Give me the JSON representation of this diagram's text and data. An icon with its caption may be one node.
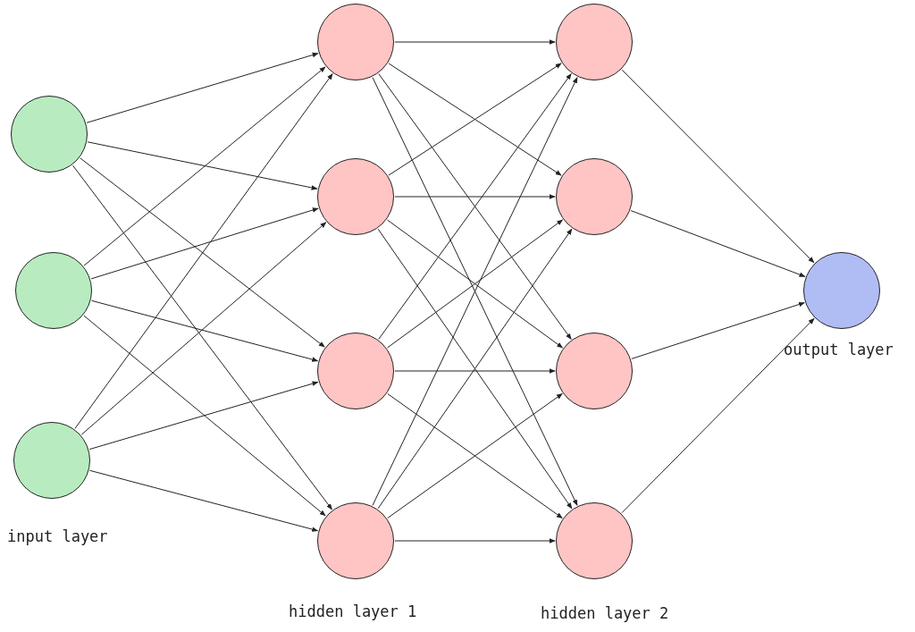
{
  "diagram": {
    "nodes": [
      {
        "text": [],
        "shape": "circle"
      },
      {
        "text": [],
        "shape": "circle"
      },
      {
        "text": [],
        "shape": "circle"
      },
      {
        "text": [],
        "shape": "circle"
      },
      {
        "text": [],
        "shape": "circle"
      },
      {
        "text": [],
        "shape": "circle"
      },
      {
        "text": [],
        "shape": "circle"
      },
      {
        "text": [],
        "shape": "circle"
      },
      {
        "text": [],
        "shape": "circle"
      },
      {
        "text": [],
        "shape": "circle"
      },
      {
        "text": [],
        "shape": "circle"
      },
      {
        "text": [],
        "shape": "circle"
      }
    ],
    "edges": [
      {
        "from": 0,
        "to": 3,
        "arrow": "to"
      },
      {
        "from": 0,
        "to": 4,
        "arrow": "to"
      },
      {
        "from": 0,
        "to": 5,
        "arrow": "to"
      },
      {
        "from": 0,
        "to": 6,
        "arrow": "to"
      },
      {
        "from": 1,
        "to": 3,
        "arrow": "to"
      },
      {
        "from": 1,
        "to": 4,
        "arrow": "to"
      },
      {
        "from": 1,
        "to": 5,
        "arrow": "to"
      },
      {
        "from": 1,
        "to": 6,
        "arrow": "to"
      },
      {
        "from": 2,
        "to": 3,
        "arrow": "to"
      },
      {
        "from": 2,
        "to": 4,
        "arrow": "to"
      },
      {
        "from": 2,
        "to": 5,
        "arrow": "to"
      },
      {
        "from": 2,
        "to": 6,
        "arrow": "to"
      },
      {
        "from": 3,
        "to": 7,
        "arrow": "to"
      },
      {
        "from": 3,
        "to": 8,
        "arrow": "to"
      },
      {
        "from": 3,
        "to": 9,
        "arrow": "to"
      },
      {
        "from": 3,
        "to": 10,
        "arrow": "to"
      },
      {
        "from": 4,
        "to": 7,
        "arrow": "to"
      },
      {
        "from": 4,
        "to": 8,
        "arrow": "to"
      },
      {
        "from": 4,
        "to": 9,
        "arrow": "to"
      },
      {
        "from": 4,
        "to": 10,
        "arrow": "to"
      },
      {
        "from": 5,
        "to": 7,
        "arrow": "to"
      },
      {
        "from": 5,
        "to": 8,
        "arrow": "to"
      },
      {
        "from": 5,
        "to": 9,
        "arrow": "to"
      },
      {
        "from": 5,
        "to": 10,
        "arrow": "to"
      },
      {
        "from": 6,
        "to": 7,
        "arrow": "to"
      },
      {
        "from": 6,
        "to": 8,
        "arrow": "to"
      },
      {
        "from": 6,
        "to": 9,
        "arrow": "to"
      },
      {
        "from": 6,
        "to": 10,
        "arrow": "to"
      },
      {
        "from": 7,
        "to": 11,
        "arrow": "to"
      },
      {
        "from": 8,
        "to": 11,
        "arrow": "to"
      },
      {
        "from": 9,
        "to": 11,
        "arrow": "to"
      },
      {
        "from": 10,
        "to": 11,
        "arrow": "to"
      }
    ],
    "labels": [
      "input layer",
      "hidden layer 1",
      "hidden layer 2",
      "output layer"
    ]
  }
}
